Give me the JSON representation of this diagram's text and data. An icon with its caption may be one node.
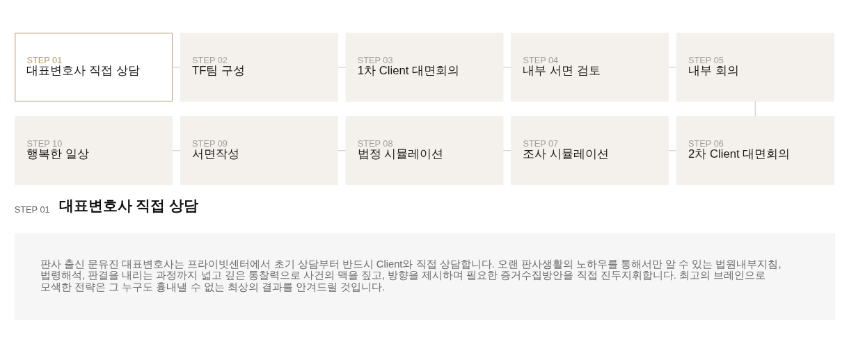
{
  "diagram": {
    "nodes": [
      {
        "text": [
          "STEP 01",
          "대표변호사 직접 상담"
        ]
      },
      {
        "text": [
          "STEP 02",
          "TF팀 구성"
        ]
      },
      {
        "text": [
          "STEP 03",
          "1차 Client 대면회의"
        ]
      },
      {
        "text": [
          "STEP 04",
          "내부 서면 검토"
        ]
      },
      {
        "text": [
          "STEP 05",
          "내부 회의"
        ]
      },
      {
        "text": [
          "STEP 10",
          "행복한 일상"
        ]
      },
      {
        "text": [
          "STEP 09",
          "서면작성"
        ]
      },
      {
        "text": [
          "STEP 08",
          "법정 시뮬레이션"
        ]
      },
      {
        "text": [
          "STEP 07",
          "조사 시뮬레이션"
        ]
      },
      {
        "text": [
          "STEP 06",
          "2차 Client 대면회의"
        ]
      },
      {
        "text": [
          "STEP 01",
          "대표변호사 직접 상담",
          "판사 출신 문유진 대표변호사는 프라이빗센터에서 초기 상담부터 반드시 Client와 직접 상담합니다. 오랜 판사생활의 노하우를 통해서만 알 수 있는 법원내부지침, 법령해석, 판결을 내리는 과정까지 넓고 깊은 통찰력으로 사건의 맥을 짚고, 방향을 제시하며 필요한 증거수집방안을 직접 진두지휘합니다. 최고의 브레인으로 모색한 전략은 그 누구도 흉내낼 수 없는 최상의 결과를 안겨드릴 것입니다."
        ]
      }
    ],
    "edges": [
      {
        "from": 0,
        "to": 1,
        "arrow": "none"
      },
      {
        "from": 1,
        "to": 2,
        "arrow": "none"
      },
      {
        "from": 2,
        "to": 3,
        "arrow": "none"
      },
      {
        "from": 3,
        "to": 4,
        "arrow": "none"
      },
      {
        "from": 4,
        "to": 9,
        "arrow": "none"
      },
      {
        "from": 5,
        "to": 6,
        "arrow": "none"
      },
      {
        "from": 6,
        "to": 7,
        "arrow": "none"
      },
      {
        "from": 7,
        "to": 8,
        "arrow": "none"
      },
      {
        "from": 8,
        "to": 9,
        "arrow": "none"
      }
    ]
  }
}
